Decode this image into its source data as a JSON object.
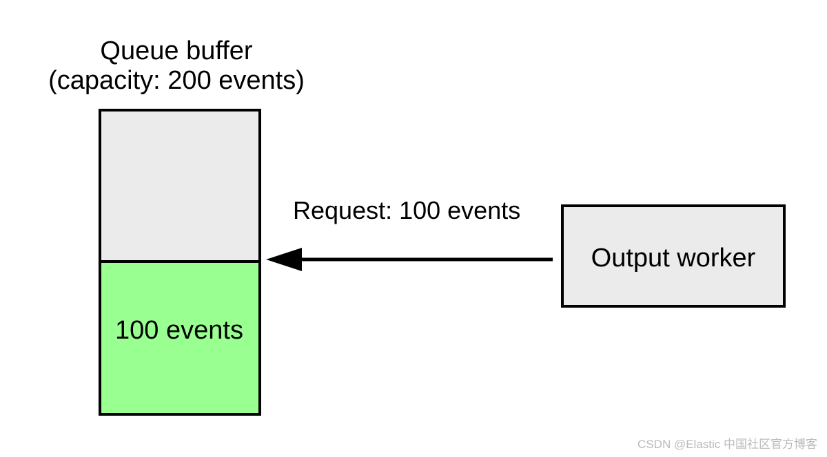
{
  "queue": {
    "title_line1": "Queue buffer",
    "title_line2": "(capacity: 200 events)",
    "filled_label": "100 events",
    "fill_fraction": 0.5
  },
  "request": {
    "label": "Request: 100 events"
  },
  "worker": {
    "label": "Output worker"
  },
  "watermark": {
    "text": "CSDN @Elastic 中国社区官方博客"
  },
  "colors": {
    "buffer_empty": "#ebebeb",
    "buffer_filled": "#99ff91",
    "worker_box": "#ebebeb",
    "stroke": "#000000"
  }
}
